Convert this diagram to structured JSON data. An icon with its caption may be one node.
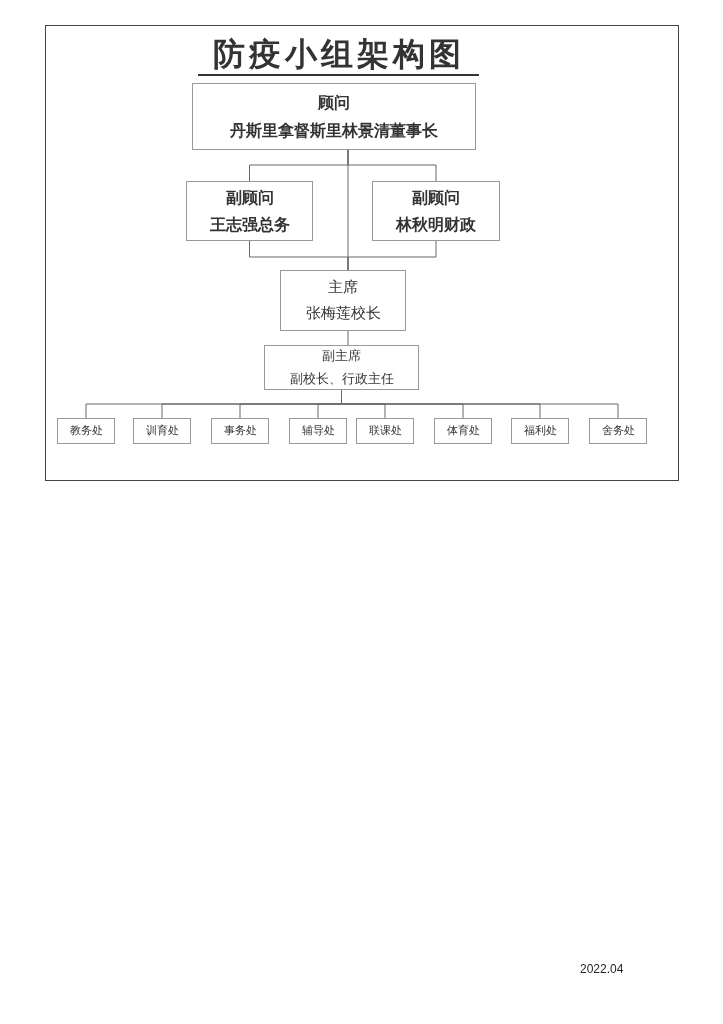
{
  "diagram": {
    "title": "防疫小组架构图",
    "nodes": [
      {
        "text": [
          "顾问",
          "丹斯里拿督斯里林景清董事长"
        ]
      },
      {
        "text": [
          "副顾问",
          "王志强总务"
        ]
      },
      {
        "text": [
          "副顾问",
          "林秋明财政"
        ]
      },
      {
        "text": [
          "主席",
          "张梅莲校长"
        ]
      },
      {
        "text": [
          "副主席",
          "副校长、行政主任"
        ]
      },
      {
        "text": [
          "教务处"
        ]
      },
      {
        "text": [
          "训育处"
        ]
      },
      {
        "text": [
          "事务处"
        ]
      },
      {
        "text": [
          "辅导处"
        ]
      },
      {
        "text": [
          "联课处"
        ]
      },
      {
        "text": [
          "体育处"
        ]
      },
      {
        "text": [
          "福利处"
        ]
      },
      {
        "text": [
          "舍务处"
        ]
      }
    ],
    "edges": [
      {
        "from": 0,
        "to": 1,
        "arrow": "none"
      },
      {
        "from": 0,
        "to": 2,
        "arrow": "none"
      },
      {
        "from": 0,
        "to": 3,
        "arrow": "none"
      },
      {
        "from": 1,
        "to": 3,
        "arrow": "none"
      },
      {
        "from": 2,
        "to": 3,
        "arrow": "none"
      },
      {
        "from": 3,
        "to": 4,
        "arrow": "none"
      },
      {
        "from": 4,
        "to": 5,
        "arrow": "none"
      },
      {
        "from": 4,
        "to": 6,
        "arrow": "none"
      },
      {
        "from": 4,
        "to": 7,
        "arrow": "none"
      },
      {
        "from": 4,
        "to": 8,
        "arrow": "none"
      },
      {
        "from": 4,
        "to": 9,
        "arrow": "none"
      },
      {
        "from": 4,
        "to": 10,
        "arrow": "none"
      },
      {
        "from": 4,
        "to": 11,
        "arrow": "none"
      },
      {
        "from": 4,
        "to": 12,
        "arrow": "none"
      }
    ],
    "labels": [
      "2022.04"
    ]
  }
}
